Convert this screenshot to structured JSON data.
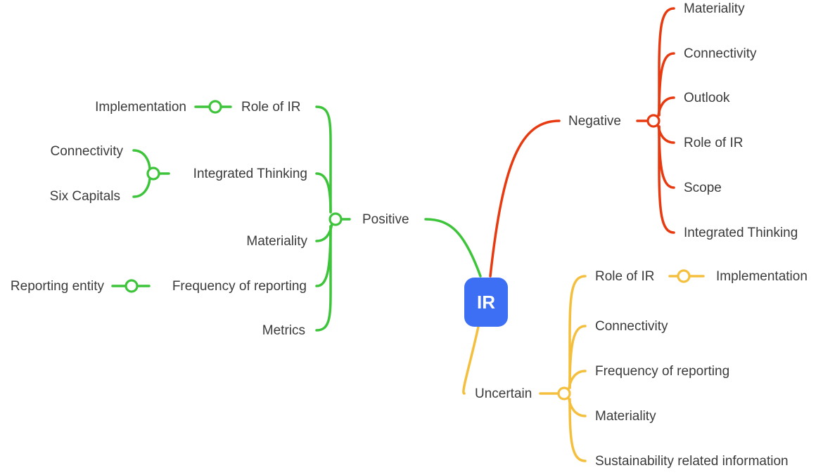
{
  "colors": {
    "positive": "#3ec43b",
    "negative": "#e83a10",
    "uncertain": "#f5bf3e",
    "root_fill": "#3d6ff5",
    "text": "#3b3b3b"
  },
  "root": {
    "label": "IR"
  },
  "positive": {
    "label": "Positive",
    "children": [
      {
        "label": "Role of IR",
        "sub": [
          "Implementation"
        ]
      },
      {
        "label": "Integrated Thinking",
        "sub": [
          "Connectivity",
          "Six Capitals"
        ]
      },
      {
        "label": "Materiality"
      },
      {
        "label": "Frequency of reporting",
        "sub": [
          "Reporting entity"
        ]
      },
      {
        "label": "Metrics"
      }
    ]
  },
  "negative": {
    "label": "Negative",
    "children": [
      "Materiality",
      "Connectivity",
      "Outlook",
      "Role of IR",
      "Scope",
      "Integrated Thinking"
    ]
  },
  "uncertain": {
    "label": "Uncertain",
    "children": [
      {
        "label": "Role of IR",
        "sub": [
          "Implementation"
        ]
      },
      {
        "label": "Connectivity"
      },
      {
        "label": "Frequency of reporting"
      },
      {
        "label": "Materiality"
      },
      {
        "label": "Sustainability related information"
      }
    ]
  }
}
